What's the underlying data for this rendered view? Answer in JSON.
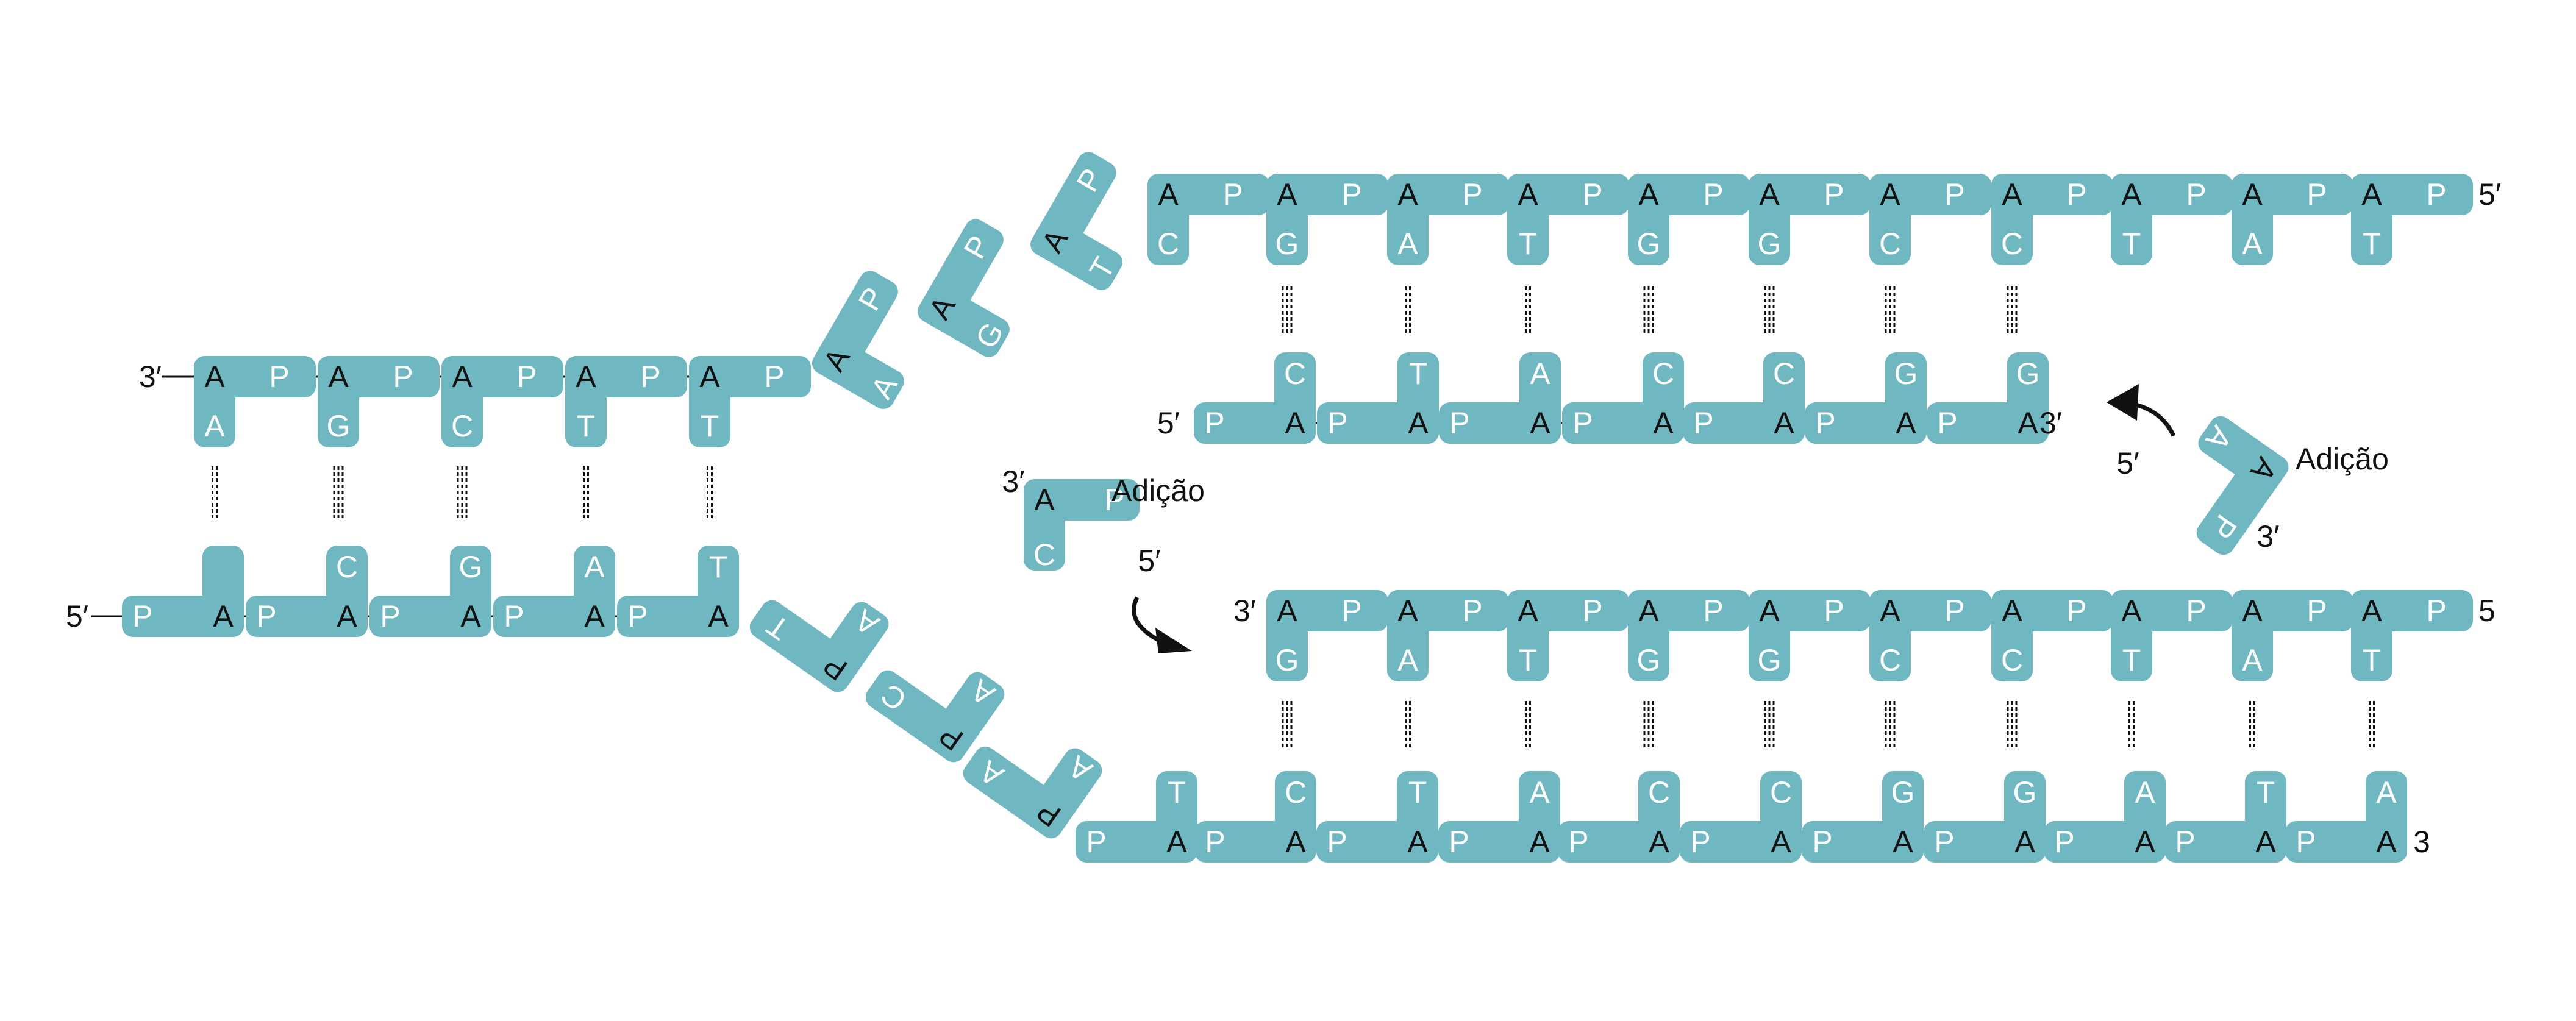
{
  "colors": {
    "nucleotide": "#6fb8c1",
    "dark_text": "#111111",
    "light_text": "#ffffff",
    "bond": "#111111",
    "arrow": "#111111"
  },
  "labels": {
    "three_prime": "3′",
    "five_prime": "5′",
    "five_plain": "5",
    "three_plain": "3",
    "addition": "Adição"
  },
  "parental": {
    "top_bases": [
      "A",
      "G",
      "C",
      "T",
      "T"
    ],
    "bottom_bases": [
      "",
      "C",
      "G",
      "A",
      "T"
    ],
    "bond_counts": [
      2,
      3,
      3,
      2,
      2
    ]
  },
  "fork": {
    "upper_bases": [
      "A",
      "G",
      "T"
    ],
    "lower_bases": [
      "T",
      "C",
      "A"
    ]
  },
  "upper_duplex": {
    "template_bases": [
      "C",
      "G",
      "A",
      "T",
      "G",
      "G",
      "C",
      "C",
      "T",
      "A",
      "T"
    ],
    "new_bases": [
      "C",
      "T",
      "A",
      "C",
      "C",
      "G",
      "G"
    ],
    "bond_counts": [
      3,
      2,
      2,
      3,
      3,
      3,
      3
    ]
  },
  "lower_duplex": {
    "template_bases": [
      "G",
      "A",
      "T",
      "G",
      "G",
      "C",
      "C",
      "T",
      "A",
      "T"
    ],
    "new_bases": [
      "T",
      "C",
      "T",
      "A",
      "C",
      "C",
      "G",
      "G",
      "A",
      "T",
      "A"
    ],
    "bond_counts": [
      3,
      2,
      2,
      3,
      3,
      3,
      3,
      2,
      2,
      2
    ]
  },
  "incoming_left": {
    "base": "C"
  },
  "incoming_right": {
    "base": "A"
  }
}
